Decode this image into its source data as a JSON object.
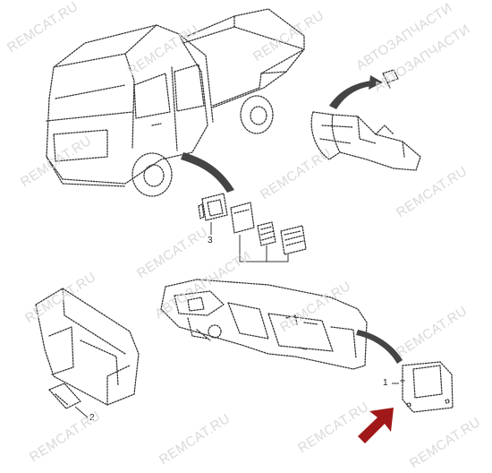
{
  "watermarks": {
    "w1": "REMCAT.RU",
    "w2": "REMCAT.RU",
    "w3": "АВТОЗАПЧАСТИ",
    "w4": "REMCAT.RU",
    "w5": "REMCAT.RU",
    "w6": "REMCAT.RU",
    "w7": "REMCAT.RU",
    "w8": "АВТОЗАПЧАСТИ",
    "w9": "REMCAT.RU",
    "w10": "REMCAT.RU",
    "w11": "REMCAT.RU",
    "w12": "REMCAT.RU",
    "w13": "REMCAT.RU",
    "w14": "REMCAT.RU",
    "w15": "REMCAT.RU",
    "w16": "АВТОЗАПЧАСТИ",
    "w17": "REMCAT.RU"
  },
  "callouts": {
    "c1": "1",
    "c2": "2",
    "c3": "3"
  },
  "colors": {
    "arrow": "#a01818",
    "lines": "#333333",
    "watermark": "#d9d9d9"
  }
}
